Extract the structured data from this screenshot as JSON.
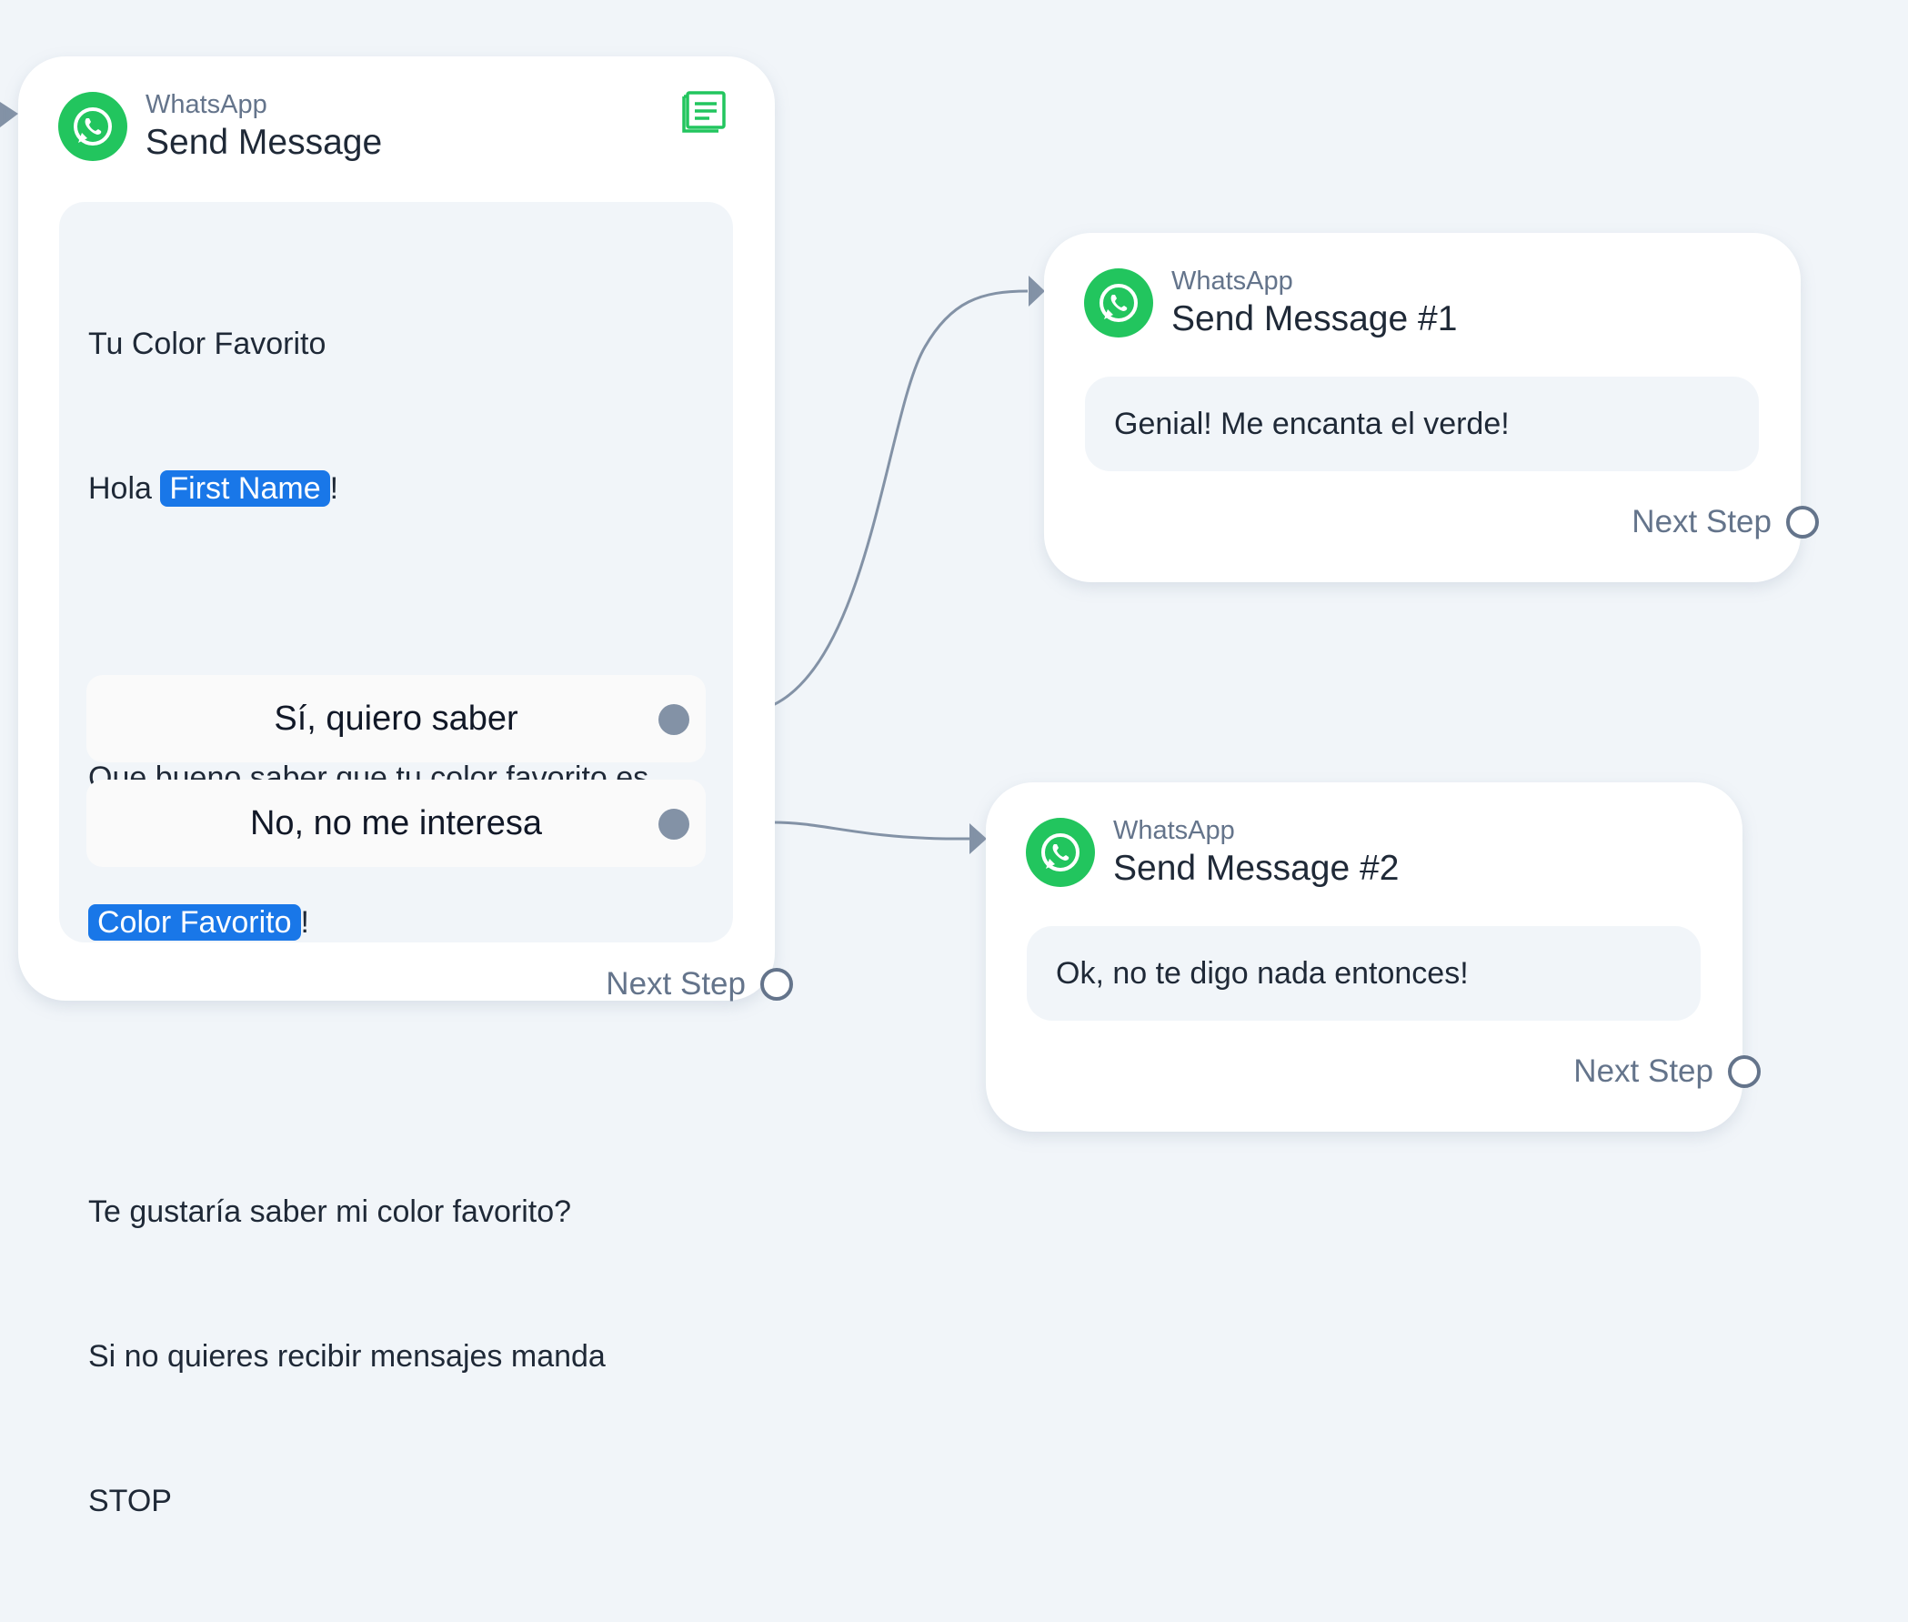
{
  "canvas": {
    "background": "#f1f5f9"
  },
  "colors": {
    "whatsapp_green": "#22c55e",
    "variable_pill": "#1977e8",
    "connector": "#8392a6",
    "muted_text": "#64748b"
  },
  "nodes": [
    {
      "app": "WhatsApp",
      "title": "Send Message",
      "icon": "whatsapp-icon",
      "notes_icon": "notes-icon",
      "message": {
        "line1": "Tu Color Favorito",
        "line2_prefix": "Hola ",
        "line2_var": "First Name",
        "line2_suffix": "!",
        "line4": "Que bueno saber que tu color favorito es",
        "line5_var": "Color Favorito",
        "line5_suffix": "!",
        "line7": "Te gustaría saber mi color favorito?",
        "line8": "Si no quieres recibir mensajes manda",
        "line9": "STOP"
      },
      "quick_replies": [
        {
          "label": "Sí, quiero saber"
        },
        {
          "label": "No, no me interesa"
        }
      ],
      "next_step": "Next Step"
    },
    {
      "app": "WhatsApp",
      "title": "Send Message #1",
      "icon": "whatsapp-icon",
      "message": "Genial! Me encanta el verde!",
      "next_step": "Next Step"
    },
    {
      "app": "WhatsApp",
      "title": "Send Message #2",
      "icon": "whatsapp-icon",
      "message": "Ok, no te digo nada entonces!",
      "next_step": "Next Step"
    }
  ]
}
